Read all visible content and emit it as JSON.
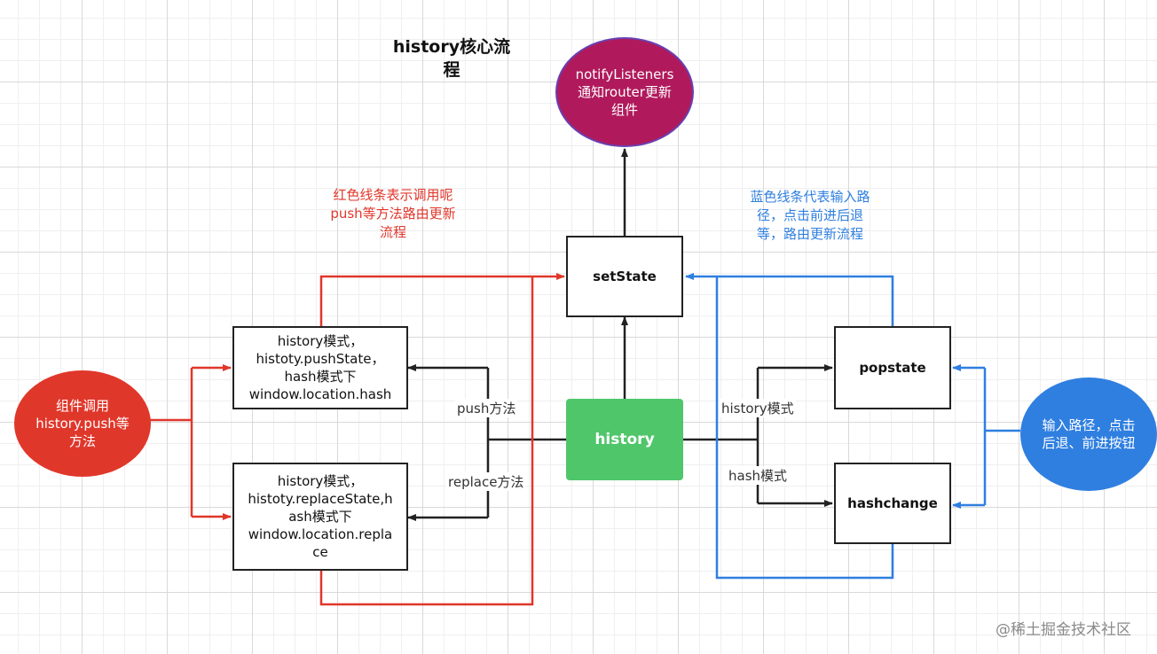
{
  "title": "history核心流\n程",
  "nodes": {
    "notify": "notifyListeners\n通知router更新\n组件",
    "setstate": "setState",
    "history": "history",
    "push_box": "history模式，\nhistoty.pushState，\nhash模式下\nwindow.location.hash",
    "replace_box": "history模式，\nhistoty.replaceState,h\nash模式下\nwindow.location.repla\nce",
    "popstate": "popstate",
    "hashchange": "hashchange",
    "component_call": "组件调用\nhistory.push等\n方法",
    "user_input": "输入路径，点击\n后退、前进按钮"
  },
  "labels": {
    "push_method": "push方法",
    "replace_method": "replace方法",
    "history_mode": "history模式",
    "hash_mode": "hash模式"
  },
  "notes": {
    "red": "红色线条表示调用呢\npush等方法路由更新\n流程",
    "blue": "蓝色线条代表输入路\n径，点击前进后退\n等，路由更新流程"
  },
  "watermark": "@稀土掘金技术社区",
  "colors": {
    "red": "#e0372b",
    "blue": "#2f7fe0",
    "dark": "#222222",
    "green": "#4fc66a",
    "magenta": "#b01a5c"
  }
}
